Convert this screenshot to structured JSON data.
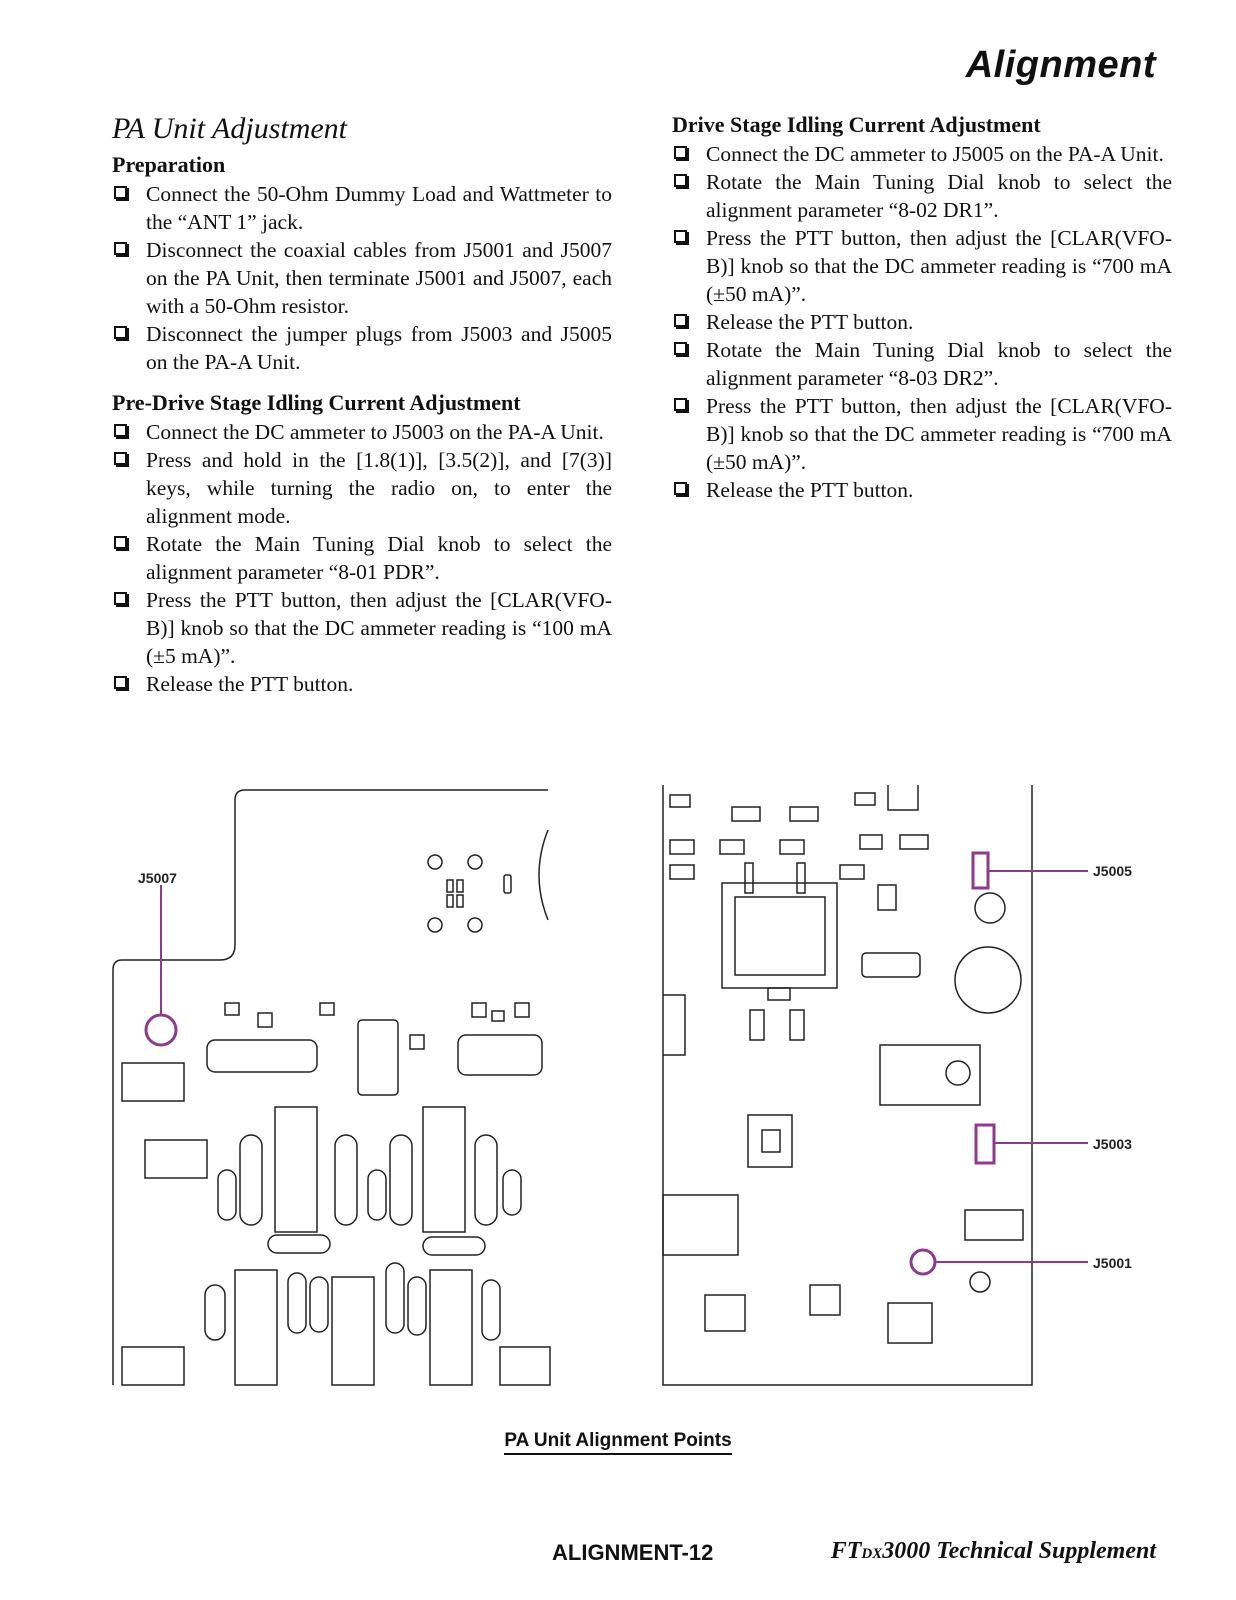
{
  "header": {
    "title": "Alignment"
  },
  "left": {
    "section_title": "PA Unit Adjustment",
    "prep": {
      "title": "Preparation",
      "items": [
        "Connect the 50-Ohm Dummy Load and Wattmeter to the “ANT 1” jack.",
        "Disconnect the coaxial cables from J5001 and J5007 on the PA Unit, then terminate J5001 and J5007, each with a 50-Ohm resistor.",
        "Disconnect the jumper plugs from J5003 and J5005 on the PA-A Unit."
      ]
    },
    "predrive": {
      "title": "Pre-Drive Stage Idling Current Adjustment",
      "items": [
        "Connect the DC ammeter to J5003 on the PA-A Unit.",
        "Press and hold in the [1.8(1)], [3.5(2)], and [7(3)] keys, while turning the radio on, to enter the alignment mode.",
        "Rotate the Main Tuning Dial knob to select the alignment parameter “8-01 PDR”.",
        "Press the PTT button, then adjust the [CLAR(VFO-B)] knob so that the DC ammeter reading is “100 mA (±5 mA)”.",
        "Release the PTT button."
      ]
    }
  },
  "right": {
    "drive": {
      "title": "Drive Stage Idling Current Adjustment",
      "items": [
        "Connect the DC ammeter to J5005 on the PA-A Unit.",
        "Rotate the Main Tuning Dial knob to select the alignment parameter “8-02 DR1”.",
        "Press the PTT button, then adjust the [CLAR(VFO-B)] knob so that the DC ammeter reading is “700 mA (±50 mA)”.",
        "Release the PTT button.",
        "Rotate the Main Tuning Dial knob to select the alignment parameter “8-03 DR2”.",
        "Press the PTT button, then adjust the [CLAR(VFO-B)] knob so that the DC ammeter reading is “700 mA (±50 mA)”.",
        "Release the PTT button."
      ]
    }
  },
  "diagram": {
    "labels": {
      "j5007": "J5007",
      "j5005": "J5005",
      "j5003": "J5003",
      "j5001": "J5001"
    },
    "highlight_color": "#8e3a8e"
  },
  "caption": "PA Unit Alignment Points",
  "footer": {
    "page": "ALIGNMENT-12",
    "doc_prefix": "FT",
    "doc_sub": "DX",
    "doc_suffix": "3000 Technical Supplement"
  }
}
